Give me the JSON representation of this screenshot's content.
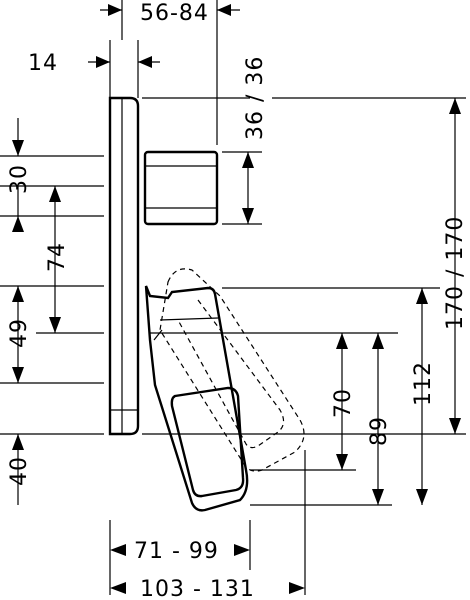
{
  "dimensions": {
    "top_depth": "56-84",
    "plate_thickness": "14",
    "knob_height_vertical": "36 / 36",
    "overall_height": "170 / 170",
    "upper_30": "30",
    "mid_74": "74",
    "lower_49": "49",
    "bottom_40": "40",
    "spout_70": "70",
    "spout_89": "89",
    "spout_112": "112",
    "proj_71_99": "71 - 99",
    "proj_103_131": "103 - 131"
  }
}
